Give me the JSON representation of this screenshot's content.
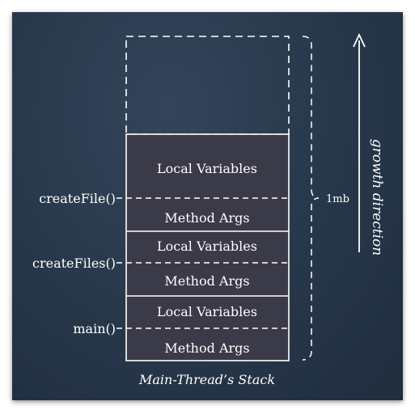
{
  "frames": [
    {
      "name": "createFile()",
      "local_label": "Local Variables",
      "args_label": "Method Args"
    },
    {
      "name": "createFiles()",
      "local_label": "Local Variables",
      "args_label": "Method Args"
    },
    {
      "name": "main()",
      "local_label": "Local Variables",
      "args_label": "Method Args"
    }
  ],
  "size_label": "1mb",
  "growth_label": "growth direction",
  "caption": "Main-Thread’s Stack",
  "colors": {
    "background": "#27374a",
    "stack_fill": "#3a3a48",
    "stroke": "#ffffff"
  }
}
